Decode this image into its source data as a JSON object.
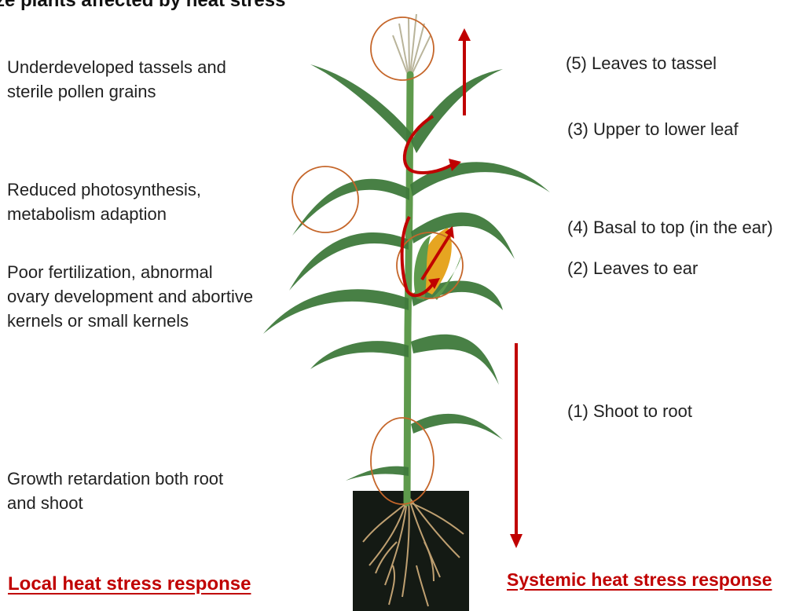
{
  "title": "ze plants affected by heat stress",
  "local_effects": [
    "Underdeveloped tassels and sterile pollen grains",
    "Reduced photosynthesis, metabolism adaption",
    "Poor fertilization, abnormal ovary development and abortive kernels or small kernels",
    "Growth retardation both root and shoot"
  ],
  "systemic_pathways": [
    "(5) Leaves to tassel",
    "(3) Upper to lower leaf",
    "(4) Basal to top (in the ear)",
    "(2) Leaves to ear",
    "(1) Shoot to root"
  ],
  "footer": {
    "local": "Local heat stress response",
    "systemic": "Systemic heat stress response"
  },
  "colors": {
    "arrow": "#c00000",
    "circle": "#c5662a",
    "leaf": "#3f7a3c",
    "stem": "#5e9a4c",
    "soil": "#141a14",
    "roots": "#c9a877",
    "ear": "#e6a521"
  }
}
